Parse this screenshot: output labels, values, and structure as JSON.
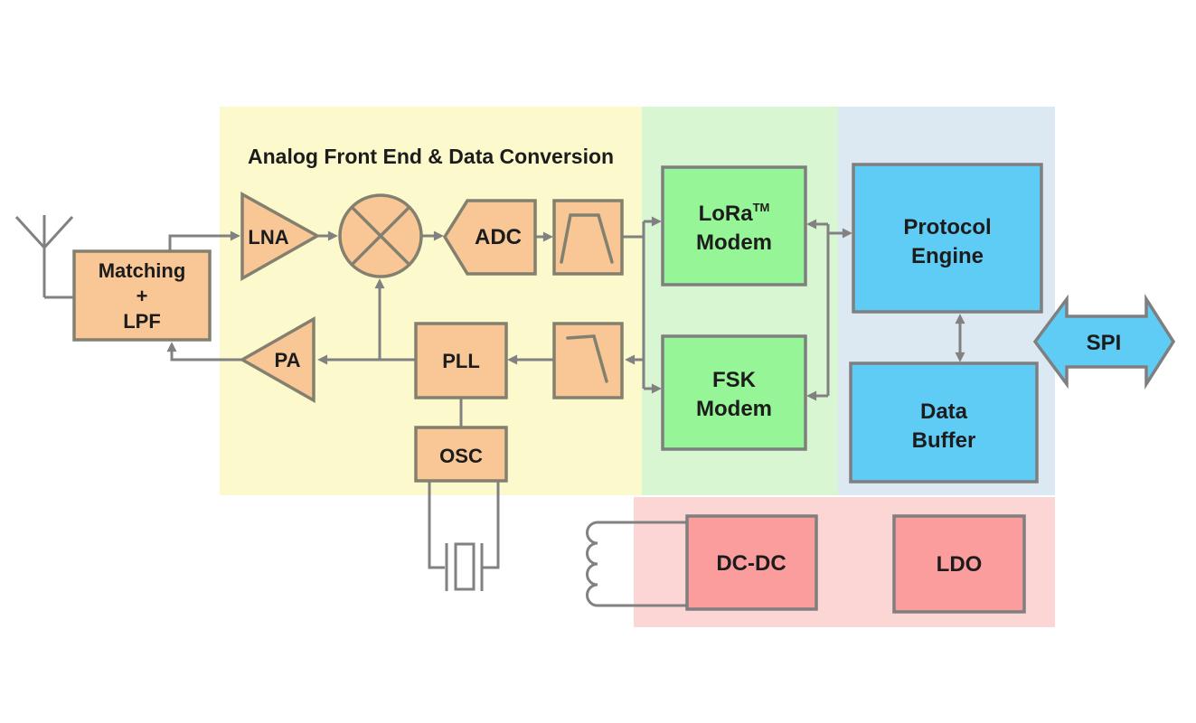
{
  "title": "Analog Front End & Data Conversion",
  "colors": {
    "region_analog": "#FCF9CD",
    "region_modem": "#D9F6D2",
    "region_digital": "#DCE9F3",
    "region_power": "#FBD6D5",
    "block_analog": "#F8C795",
    "block_modem": "#96F596",
    "block_digital": "#5FCCF5",
    "block_power": "#FB9D9C",
    "wire": "#818181",
    "crystal": "#FFFFFF"
  },
  "blocks": {
    "matching_lpf": {
      "line1": "Matching",
      "line2": "+",
      "line3": "LPF"
    },
    "lna": "LNA",
    "adc": "ADC",
    "pa": "PA",
    "pll": "PLL",
    "osc": "OSC",
    "lora_modem": {
      "name": "LoRa",
      "trademark": "TM",
      "line2": "Modem"
    },
    "fsk_modem": {
      "line1": "FSK",
      "line2": "Modem"
    },
    "protocol_engine": {
      "line1": "Protocol",
      "line2": "Engine"
    },
    "data_buffer": {
      "line1": "Data",
      "line2": "Buffer"
    },
    "dcdc": "DC-DC",
    "ldo": "LDO"
  },
  "bus": {
    "spi": "SPI"
  }
}
